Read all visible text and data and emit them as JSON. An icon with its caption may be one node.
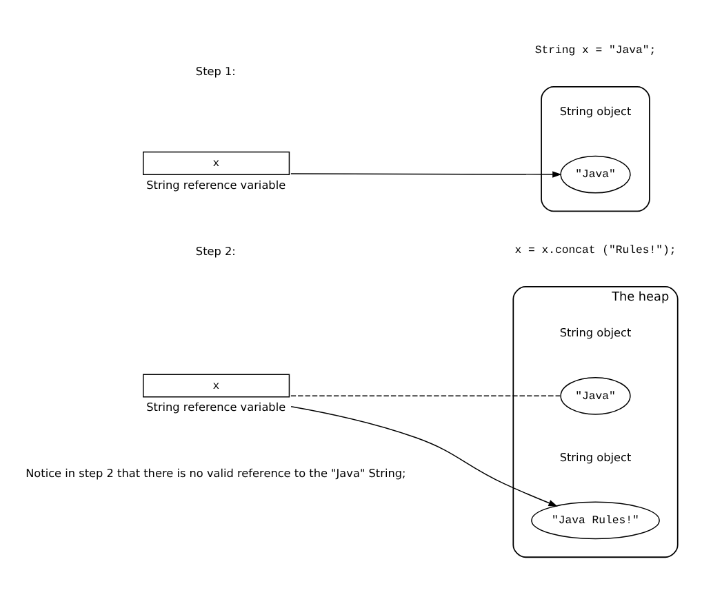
{
  "diagram": {
    "nodes": [
      {
        "text": [
          "x"
        ],
        "beside": [
          "String reference variable"
        ]
      },
      {
        "text": [],
        "shape": "cloud"
      },
      {
        "text": [
          "\"Java\""
        ],
        "in": 1,
        "beside": [
          "String object"
        ]
      },
      {
        "text": [
          "x"
        ],
        "beside": [
          "String reference variable"
        ]
      },
      {
        "text": [
          "The heap"
        ]
      },
      {
        "text": [
          "\"Java\""
        ],
        "in": 4,
        "beside": [
          "String object"
        ]
      },
      {
        "text": [
          "\"Java Rules!\""
        ],
        "in": 4,
        "beside": [
          "String object"
        ]
      }
    ],
    "edges": [
      {
        "from": 0,
        "to": 2,
        "arrow": "to"
      },
      {
        "from": 3,
        "to": 5,
        "arrow": "none",
        "style": "dashed"
      },
      {
        "from": 3,
        "to": 6,
        "arrow": "to"
      }
    ],
    "labels": [
      "Step 1:",
      "String x = \"Java\";",
      "Step 2:",
      "x = x.concat (\"Rules!\");",
      "Notice in step 2 that there is no valid reference to the \"Java\" String;"
    ]
  }
}
